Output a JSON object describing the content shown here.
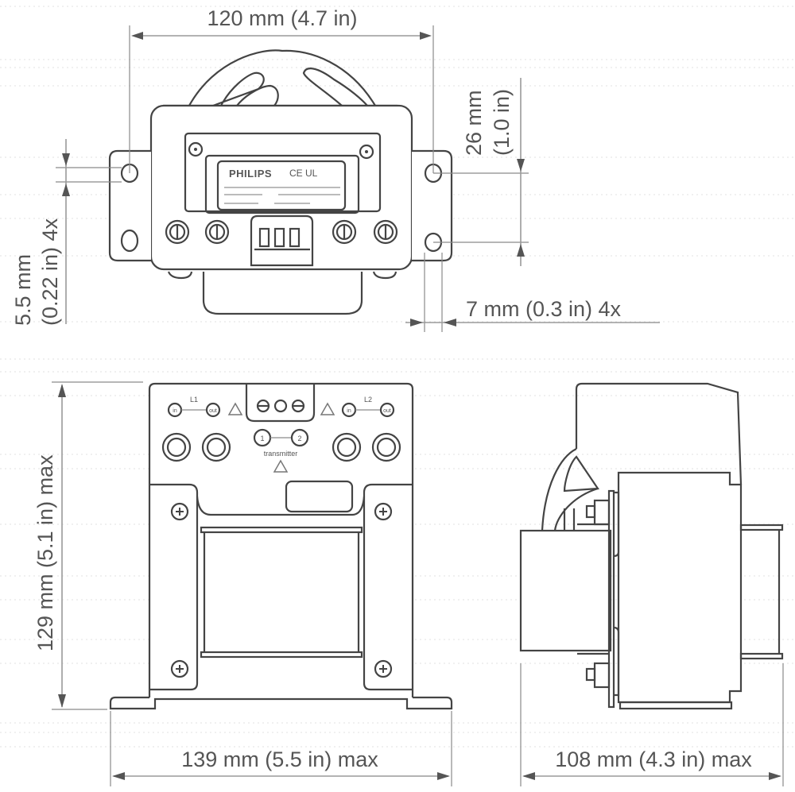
{
  "drawing": {
    "top_view": {
      "width_label": "120 mm (4.7 in)",
      "hole_spacing_label_line1": "26 mm",
      "hole_spacing_label_line2": "(1.0 in)",
      "hole_diameter_label_line1": "5.5 mm",
      "hole_diameter_label_line2": "(0.22 in) 4x",
      "slot_width_label": "7 mm (0.3 in) 4x",
      "nameplate": {
        "brand": "PHILIPS",
        "marks": "CE  UL"
      }
    },
    "front_view": {
      "height_label": "129 mm (5.1 in) max",
      "width_label": "139 mm (5.5 in) max",
      "terminals": {
        "l1_label": "L1",
        "l2_label": "L2",
        "in_label": "in",
        "out_label": "out",
        "transmitter_label": "transmitter",
        "t1_label": "1",
        "t2_label": "2"
      }
    },
    "side_view": {
      "depth_label": "108 mm (4.3 in) max"
    },
    "colors": {
      "line": "#444444",
      "dimension": "#9a9a9a",
      "text": "#555555",
      "background": "#ffffff"
    }
  }
}
